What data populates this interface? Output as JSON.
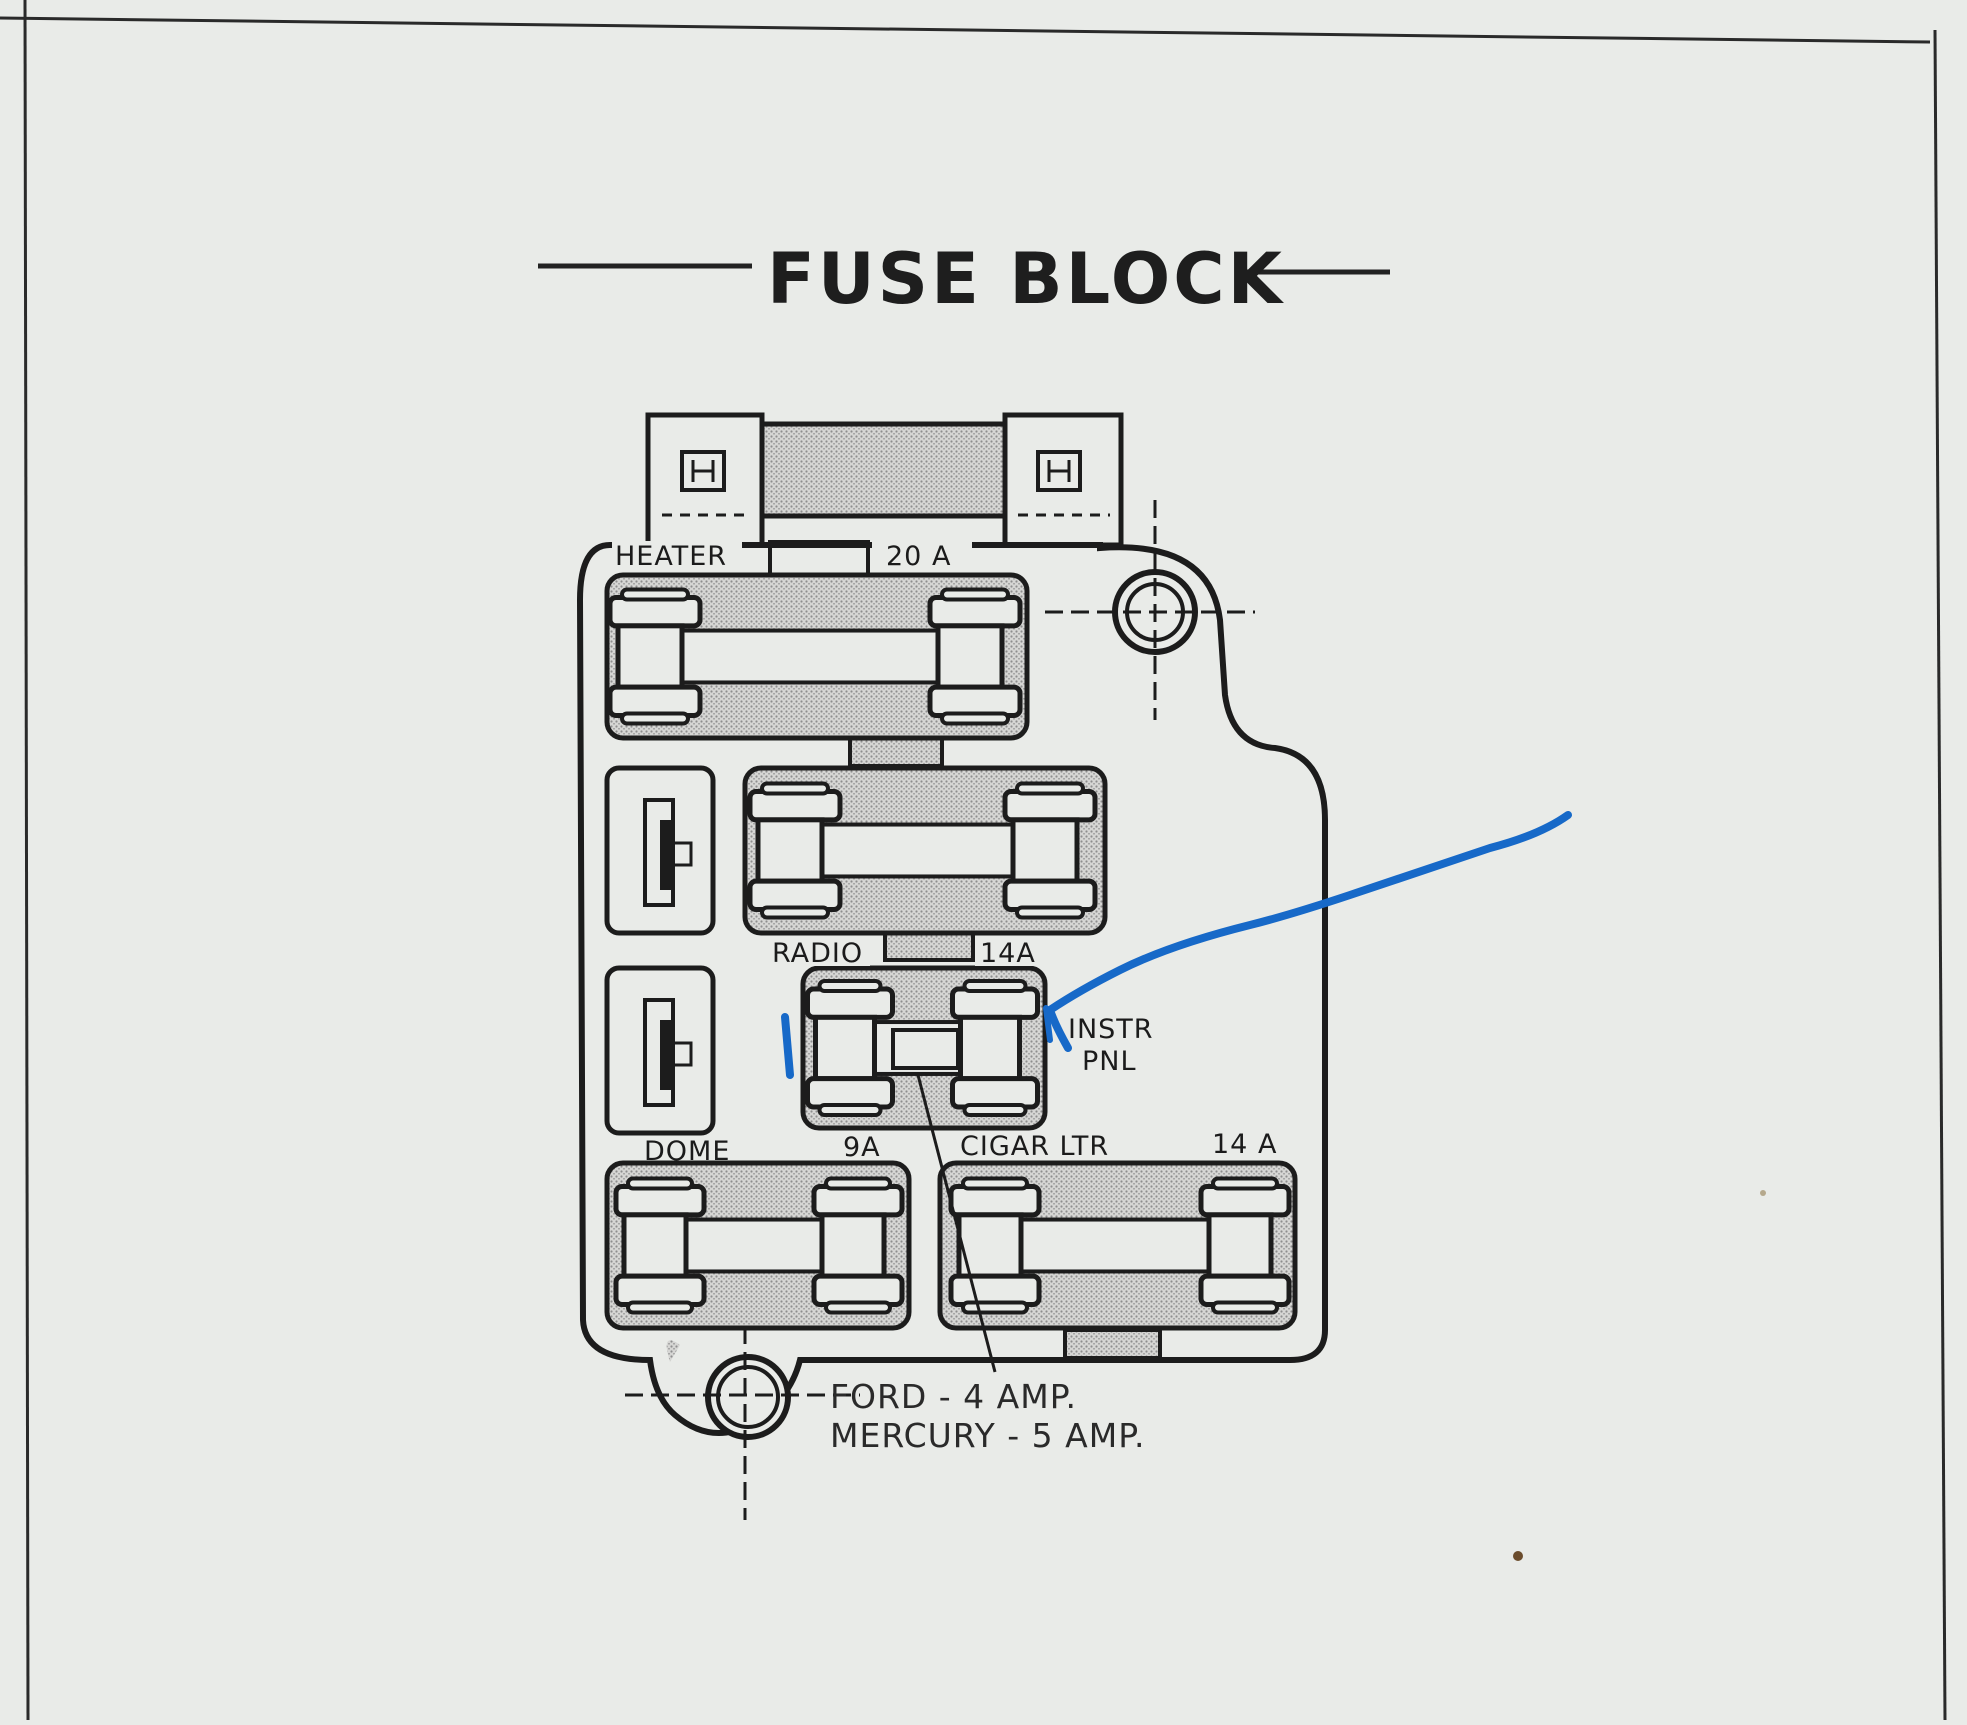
{
  "diagram": {
    "title": "FUSE BLOCK",
    "labels": {
      "heater": "HEATER",
      "heater_amp": "20 A",
      "radio": "RADIO",
      "radio_amp": "14A",
      "instr": "INSTR",
      "pnl": "PNL",
      "dome": "DOME",
      "dome_amp": "9A",
      "cigar": "CIGAR LTR",
      "cigar_amp": "14 A"
    },
    "callout": {
      "ford": "FORD - 4 AMP.",
      "mercury": "MERCURY - 5 AMP."
    }
  },
  "colors": {
    "paper": "#e9ebe8",
    "ink": "#1c1c1c",
    "stipple": "#bdbdbd",
    "annotation": "#1769c8"
  }
}
